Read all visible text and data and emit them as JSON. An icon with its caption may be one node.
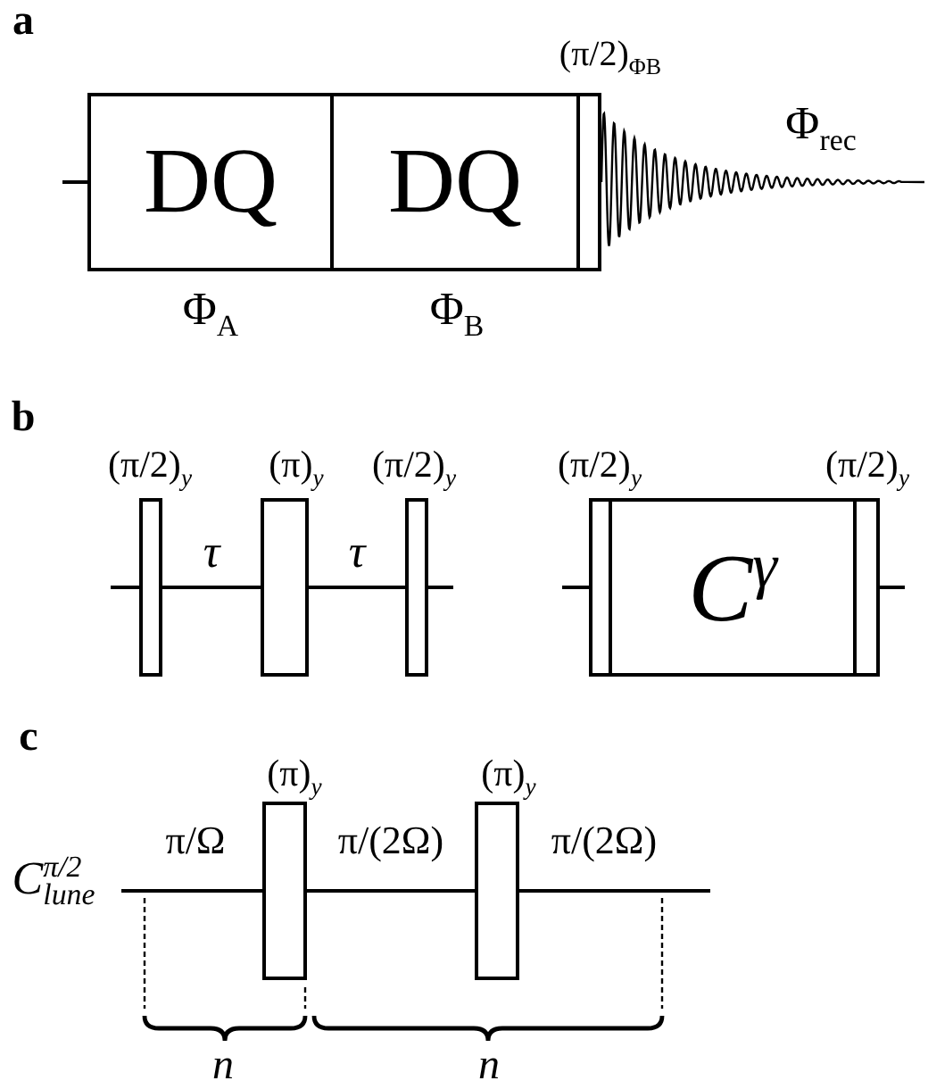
{
  "diagram": {
    "nodes": [
      {
        "text": [
          "DQ"
        ],
        "beside": [
          "Φ$_{A}$"
        ]
      },
      {
        "text": [
          "DQ"
        ],
        "beside": [
          "Φ$_{B}$"
        ]
      },
      {
        "text": [
          "(π/2)$_{ΦB}$"
        ]
      },
      {
        "text": [
          "(π/2)$_{y}$"
        ]
      },
      {
        "text": [
          "(π)$_{y}$"
        ]
      },
      {
        "text": [
          "(π/2)$_{y}$"
        ]
      },
      {
        "text": [
          "(π/2)$_{y}$"
        ]
      },
      {
        "text": [
          "C$^{γ}$"
        ]
      },
      {
        "text": [
          "(π/2)$_{y}$"
        ]
      },
      {
        "text": [
          "(π)$_{y}$"
        ]
      },
      {
        "text": [
          "(π)$_{y}$"
        ]
      }
    ],
    "edges": [
      {
        "from": 3,
        "to": 4,
        "arrow": "none",
        "label": "τ"
      },
      {
        "from": 4,
        "to": 5,
        "arrow": "none",
        "label": "τ"
      },
      {
        "from": null,
        "to": 9,
        "arrow": "none",
        "label": "π/Ω"
      },
      {
        "from": 9,
        "to": 10,
        "arrow": "none",
        "label": "π/(2Ω)"
      },
      {
        "from": 10,
        "to": null,
        "arrow": "none",
        "label": "π/(2Ω)"
      }
    ],
    "labels": [
      "a",
      "Φ$_{rec}$",
      "b",
      "c",
      "C$^{π/2}$$_{lune}$",
      "n",
      "n"
    ]
  }
}
